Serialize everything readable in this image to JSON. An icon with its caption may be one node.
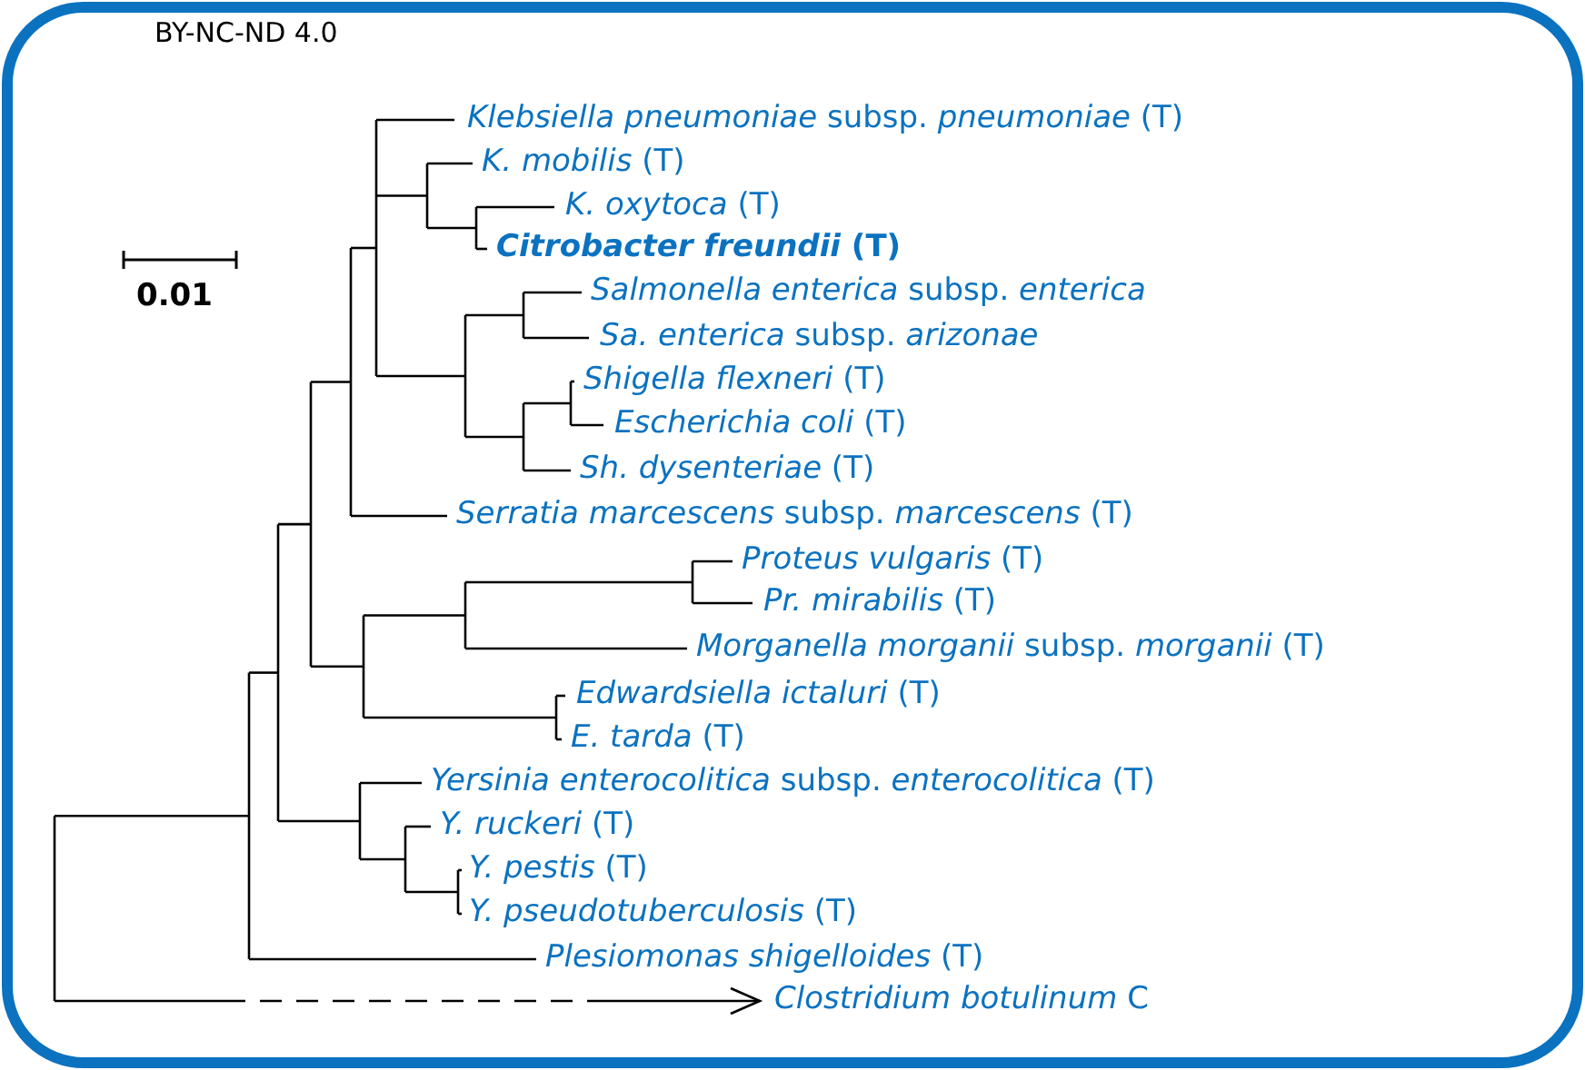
{
  "diagram": {
    "labels": [
      "BY-NC-ND 4.0",
      "0.01",
      "*Klebsiella pneumoniae* subsp. *pneumoniae* (T)",
      "*K. mobilis* (T)",
      "*K. oxytoca* (T)",
      "*Citrobacter freundii* (T)",
      "*Salmonella enterica* subsp. *enterica*",
      "*Sa. enterica* subsp. *arizonae*",
      "*Shigella flexneri* (T)",
      "*Escherichia coli* (T)",
      "*Sh. dysenteriae* (T)",
      "*Serratia marcescens* subsp. *marcescens* (T)",
      "*Proteus vulgaris* (T)",
      "*Pr. mirabilis* (T)",
      "*Morganella morganii* subsp. *morganii* (T)",
      "*Edwardsiella ictaluri* (T)",
      "*E. tarda* (T)",
      "*Yersinia enterocolitica* subsp. *enterocolitica* (T)",
      "*Y. ruckeri* (T)",
      "*Y. pestis* (T)",
      "*Y. pseudotuberculosis* (T)",
      "*Plesiomonas shigelloides* (T)",
      "*Clostridium botulinum* C"
    ]
  }
}
